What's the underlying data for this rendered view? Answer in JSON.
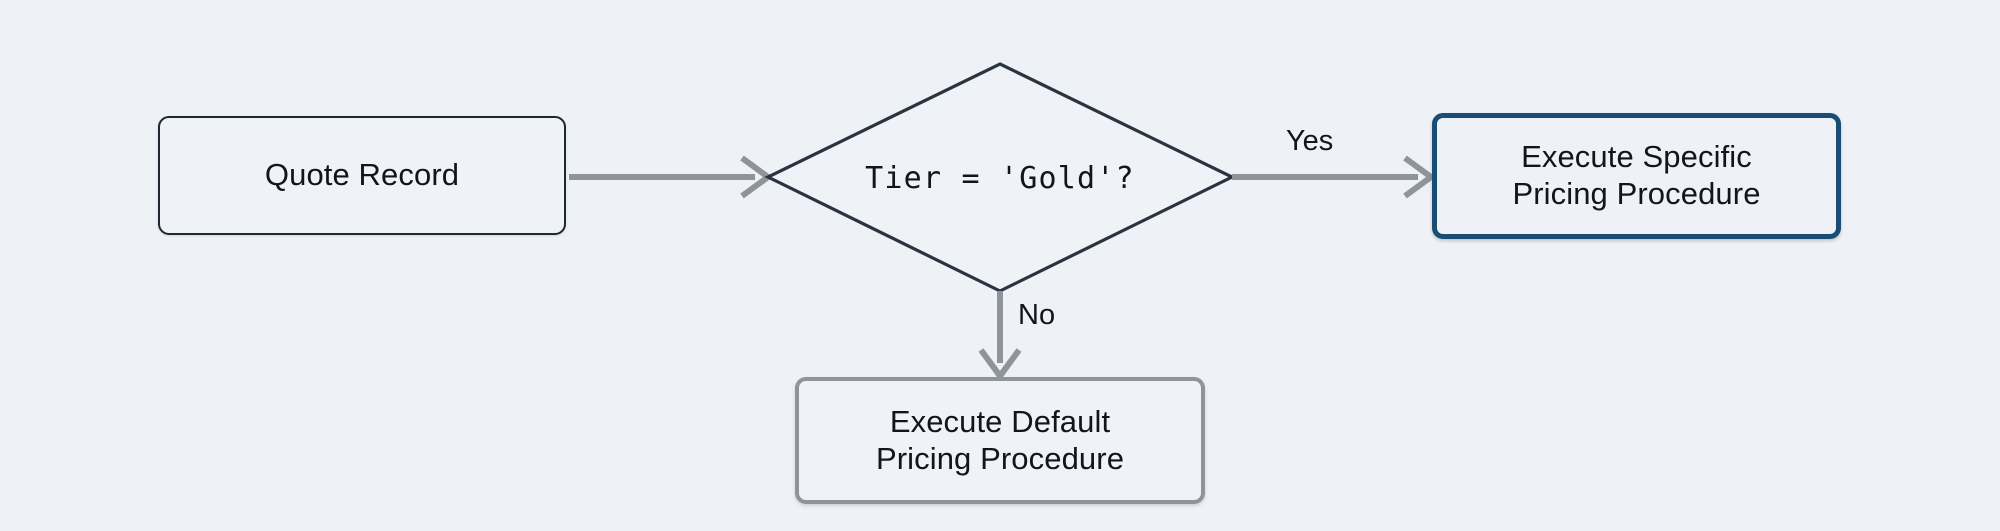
{
  "diagram": {
    "type": "flowchart",
    "orientation": "left-to-right with downward branch",
    "background_color": "#eef1f5",
    "nodes": [
      {
        "id": "quote-record",
        "shape": "rounded-rectangle",
        "label": "Quote Record",
        "role": "start",
        "border_color": "#1c2835",
        "fill_color": "#eff2f6",
        "highlighted": "false"
      },
      {
        "id": "tier-decision",
        "shape": "diamond",
        "label": "Tier = 'Gold'?",
        "role": "decision",
        "border_color": "#2a3440",
        "fill_color": "#eff2f6",
        "highlighted": "false"
      },
      {
        "id": "execute-specific",
        "shape": "rounded-rectangle",
        "label": "Execute Specific\nPricing Procedure",
        "role": "process",
        "border_color": "#1a4d73",
        "fill_color": "#eef2f6",
        "highlighted": "true"
      },
      {
        "id": "execute-default",
        "shape": "rounded-rectangle",
        "label": "Execute Default\nPricing Procedure",
        "role": "process",
        "border_color": "#8f949b",
        "fill_color": "#eff2f6",
        "highlighted": "false"
      }
    ],
    "edges": [
      {
        "id": "quote-to-decision",
        "from": "quote-record",
        "to": "tier-decision",
        "label": "",
        "color": "#8f949b",
        "direction": "right"
      },
      {
        "id": "decision-yes",
        "from": "tier-decision",
        "to": "execute-specific",
        "label": "Yes",
        "color": "#8f949b",
        "direction": "right"
      },
      {
        "id": "decision-no",
        "from": "tier-decision",
        "to": "execute-default",
        "label": "No",
        "color": "#8f949b",
        "direction": "down"
      }
    ]
  }
}
